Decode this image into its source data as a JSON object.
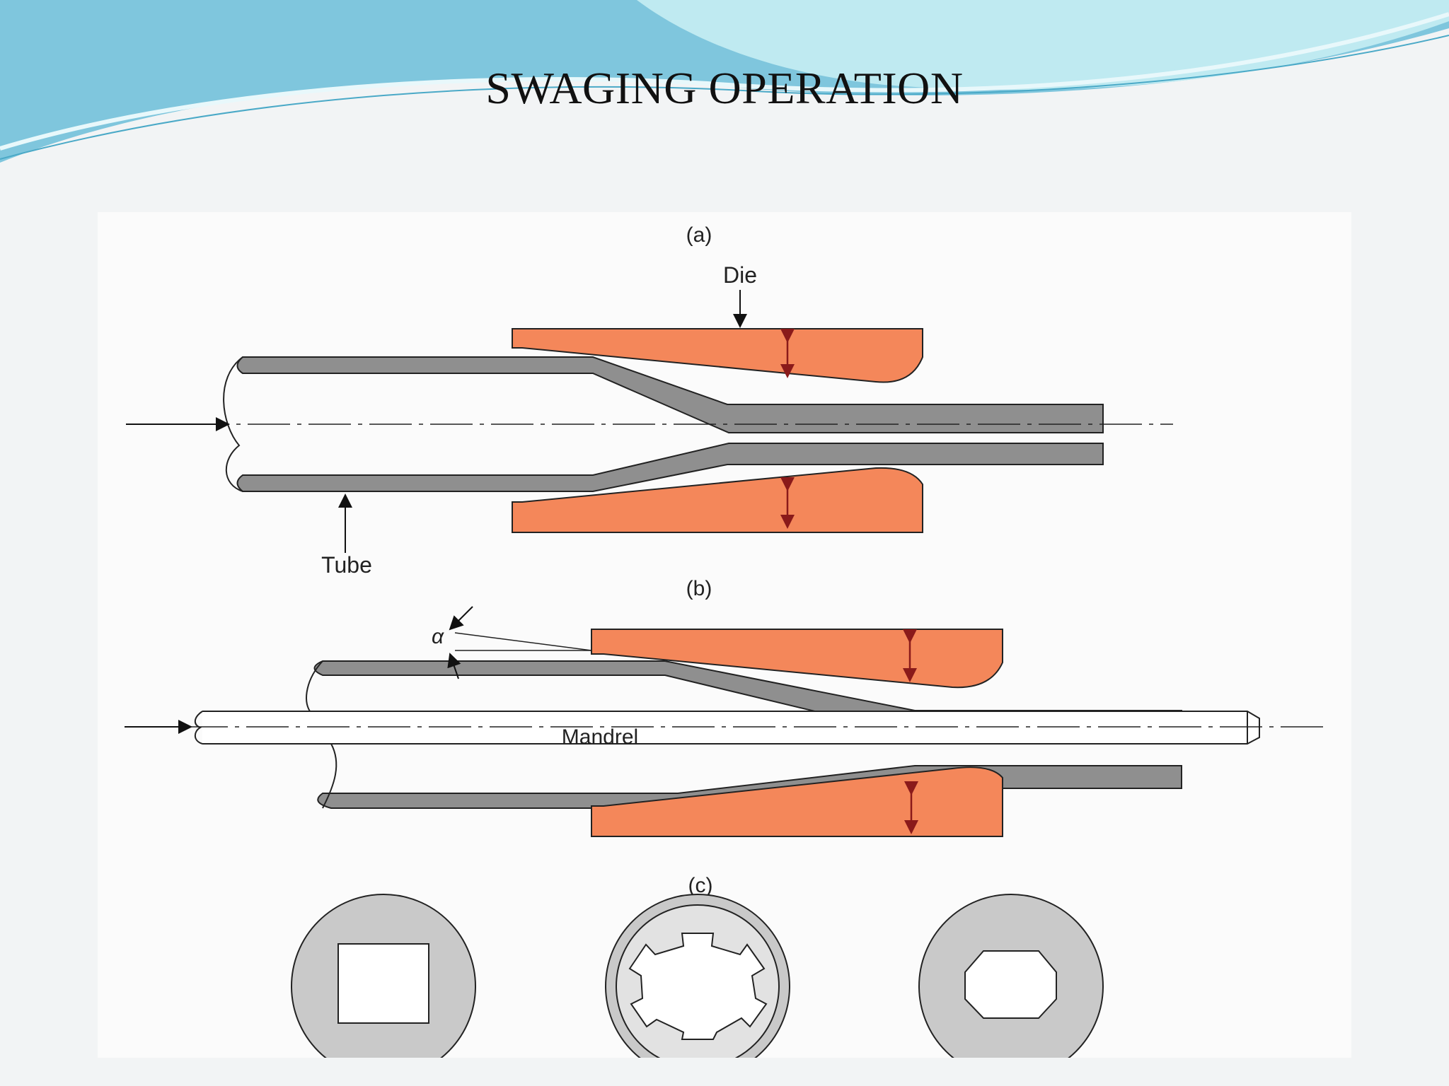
{
  "slide": {
    "title": "SWAGING OPERATION"
  },
  "figure": {
    "panel_a": {
      "label": "(a)",
      "die_label": "Die",
      "tube_label": "Tube"
    },
    "panel_b": {
      "label": "(b)",
      "angle_label": "α",
      "mandrel_label": "Mandrel"
    },
    "panel_c": {
      "label": "(c)",
      "sections": [
        "square-hole-section",
        "splined-hole-section",
        "octagonal-hole-section"
      ]
    }
  },
  "colors": {
    "die": "#f4875a",
    "tube_wall": "#8f8f8f",
    "section_fill": "#c9c9c9",
    "header_teal": "#6fcfe0",
    "header_light": "#c8eef4"
  }
}
